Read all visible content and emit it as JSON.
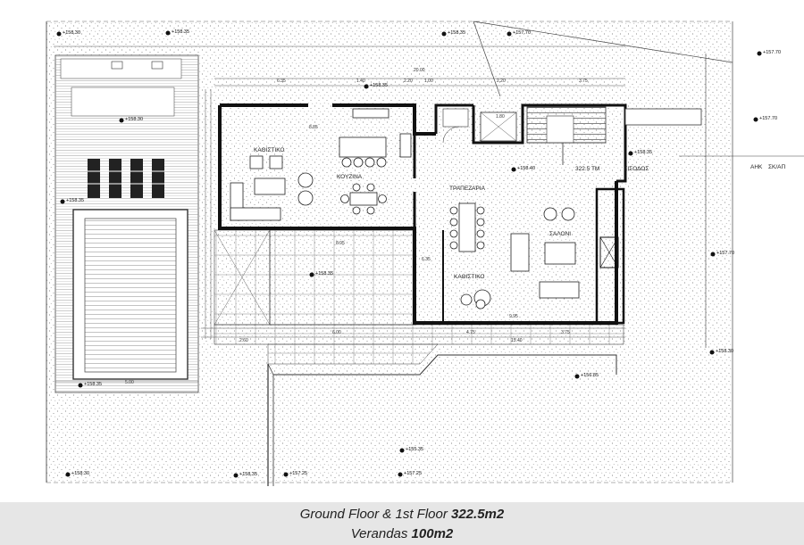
{
  "rooms": {
    "kathistiko_left": "ΚΑΘΙΣΤΙΚΟ",
    "kouzina": "ΚΟΥΖΙΝΑ",
    "trapezaria": "ΤΡΑΠΕΖΑΡΙΑ",
    "saloni": "ΣΑΛΟΝΙ",
    "kathistiko_main": "ΚΑΘΙΣΤΙΚΟ",
    "eisodos": "ΕΙΣΟΔΟΣ",
    "skap": "ΣΚ/ΑΠ",
    "ank": "ΑΗΚ"
  },
  "area_label": "322.5 TM",
  "levels": {
    "l1": "+158.30",
    "l2": "+158.35",
    "l3": "+158.35",
    "l4": "+157.70",
    "l5": "+157.70",
    "l6": "+158.35",
    "l7": "+158.40",
    "l8": "+158.35",
    "l9": "+158.30",
    "l10": "+157.70",
    "l11": "+157.70",
    "l12": "+158.35",
    "l13": "+158.35",
    "l14": "+156.85",
    "l15": "+158.35",
    "l16": "+155.35",
    "l17": "+158.30",
    "l18": "+157.25",
    "l19": "+157.25",
    "l20": "+158.35",
    "l21": "+158.30"
  },
  "dims": {
    "d1": "20.00",
    "d2": "6.35",
    "d3": "1.40",
    "d4": "2.20",
    "d5": "1.00",
    "d6": "2.20",
    "d7": "3.75",
    "d8": "8.85",
    "d9": "9.95",
    "d10": "6.00",
    "d11": "4.75",
    "d12": "3.75",
    "d13": "15.40",
    "d14": "2.60",
    "d15": "5.00",
    "d16": "8.95",
    "d17": "1.80",
    "d18": "6.35"
  },
  "caption": {
    "line1_text": "Ground Floor & 1st Floor ",
    "line1_value": "322.5m2",
    "line2_text": "Verandas ",
    "line2_value": "100m2"
  }
}
